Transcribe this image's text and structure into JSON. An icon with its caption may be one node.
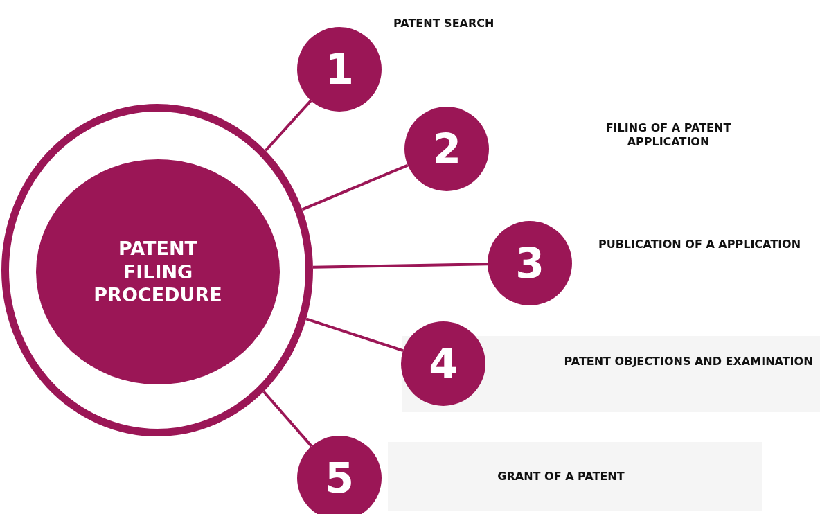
{
  "diagram": {
    "nodes": [
      {
        "text": [
          "PATENT FILING PROCEDURE"
        ]
      },
      {
        "text": [
          "1"
        ]
      },
      {
        "text": [
          "2"
        ]
      },
      {
        "text": [
          "3"
        ]
      },
      {
        "text": [
          "4"
        ]
      },
      {
        "text": [
          "5"
        ]
      }
    ],
    "edges": [
      {
        "from": 0,
        "to": 1,
        "arrow": "none"
      },
      {
        "from": 0,
        "to": 2,
        "arrow": "none"
      },
      {
        "from": 0,
        "to": 3,
        "arrow": "none"
      },
      {
        "from": 0,
        "to": 4,
        "arrow": "none"
      },
      {
        "from": 0,
        "to": 5,
        "arrow": "none"
      }
    ],
    "labels": [
      "PATENT SEARCH",
      "FILING OF A PATENT APPLICATION",
      "PUBLICATION OF A APPLICATION",
      "PATENT OBJECTIONS AND EXAMINATION",
      "GRANT OF A PATENT"
    ]
  }
}
